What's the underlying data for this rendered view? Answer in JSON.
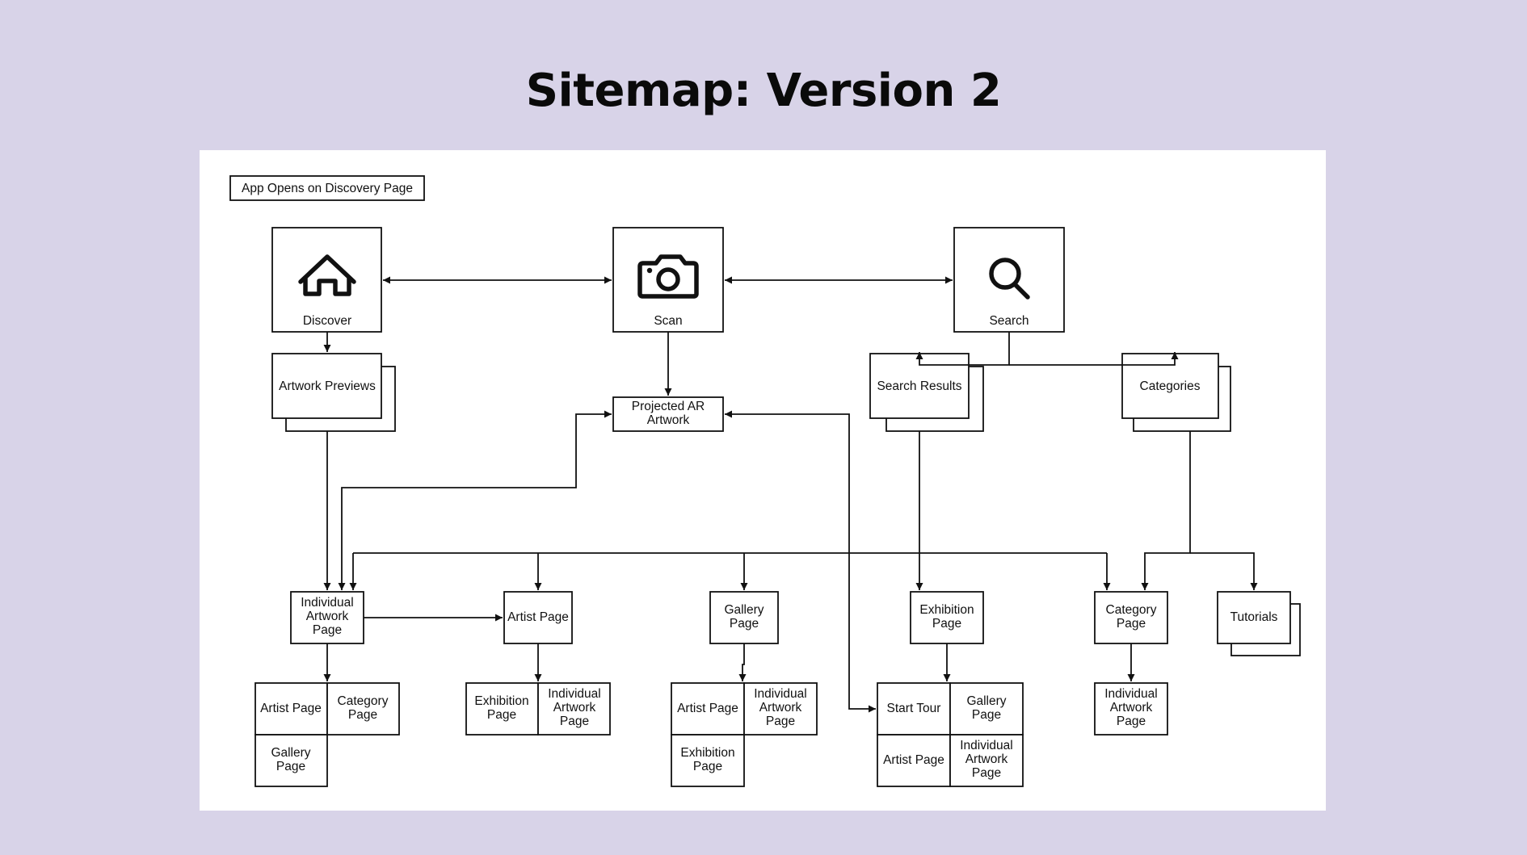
{
  "title": "Sitemap: Version 2",
  "start_note": "App Opens on Discovery Page",
  "nav": {
    "discover": "Discover",
    "scan": "Scan",
    "search": "Search"
  },
  "icons": {
    "discover": "home-icon",
    "scan": "camera-icon",
    "search": "magnifier-icon"
  },
  "nodes": {
    "artwork_previews": "Artwork Previews",
    "projected_ar": [
      "Projected AR",
      "Artwork"
    ],
    "search_results": "Search Results",
    "categories": "Categories",
    "individual_artwork": [
      "Individual",
      "Artwork",
      "Page"
    ],
    "artist_page": "Artist Page",
    "gallery_page": [
      "Gallery",
      "Page"
    ],
    "exhibition_page": [
      "Exhibition",
      "Page"
    ],
    "category_page": [
      "Category",
      "Page"
    ],
    "tutorials": "Tutorials"
  },
  "sub": {
    "artwork": [
      [
        "Artist Page"
      ],
      [
        "Category",
        "Page"
      ],
      [
        "Gallery",
        "Page"
      ]
    ],
    "artist": [
      [
        "Exhibition",
        "Page"
      ],
      [
        "Individual",
        "Artwork",
        "Page"
      ]
    ],
    "gallery": [
      [
        "Artist Page"
      ],
      [
        "Individual",
        "Artwork",
        "Page"
      ],
      [
        "Exhibition",
        "Page"
      ]
    ],
    "exhibition": [
      [
        "Start Tour"
      ],
      [
        "Gallery",
        "Page"
      ],
      [
        "Artist Page"
      ],
      [
        "Individual",
        "Artwork",
        "Page"
      ]
    ],
    "category": [
      [
        "Individual",
        "Artwork",
        "Page"
      ]
    ]
  }
}
